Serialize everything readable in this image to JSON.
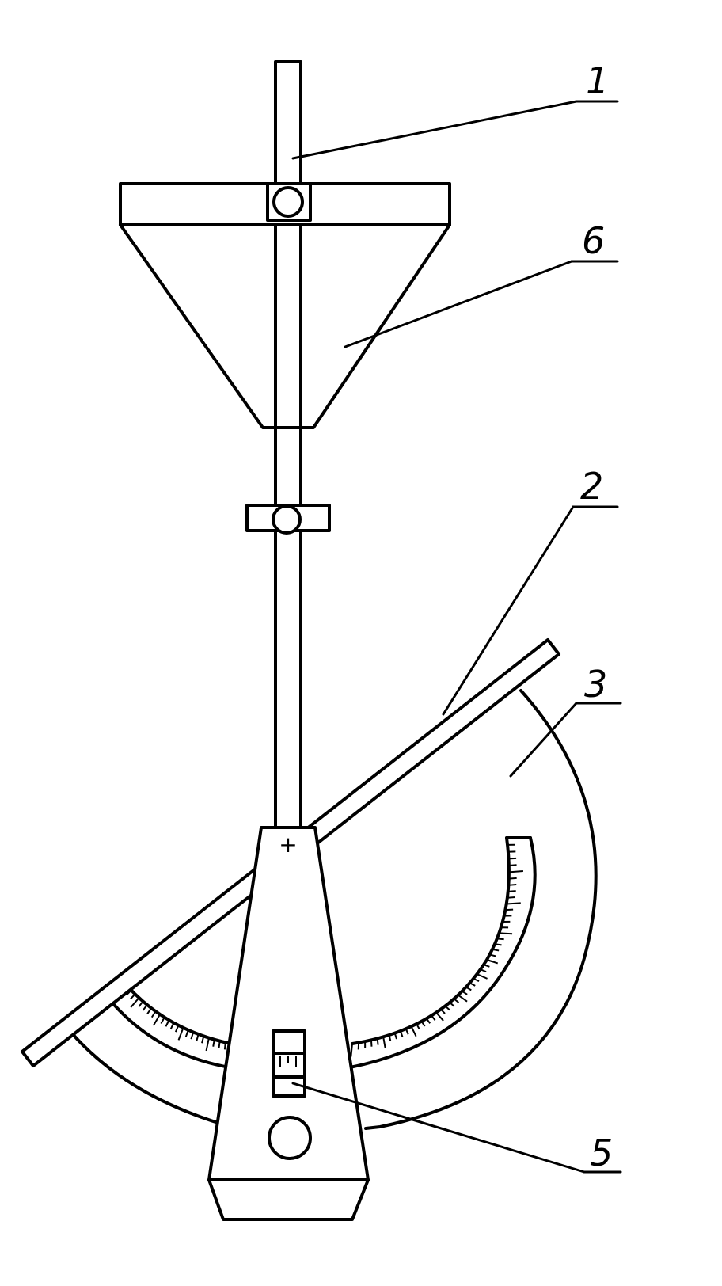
{
  "labels": [
    {
      "id": "part-1",
      "text": "1"
    },
    {
      "id": "part-6",
      "text": "6"
    },
    {
      "id": "part-2",
      "text": "2"
    },
    {
      "id": "part-3",
      "text": "3"
    },
    {
      "id": "part-5",
      "text": "5"
    }
  ],
  "pivot_mark": "+",
  "colors": {
    "line": "#000000",
    "background": "#ffffff"
  }
}
